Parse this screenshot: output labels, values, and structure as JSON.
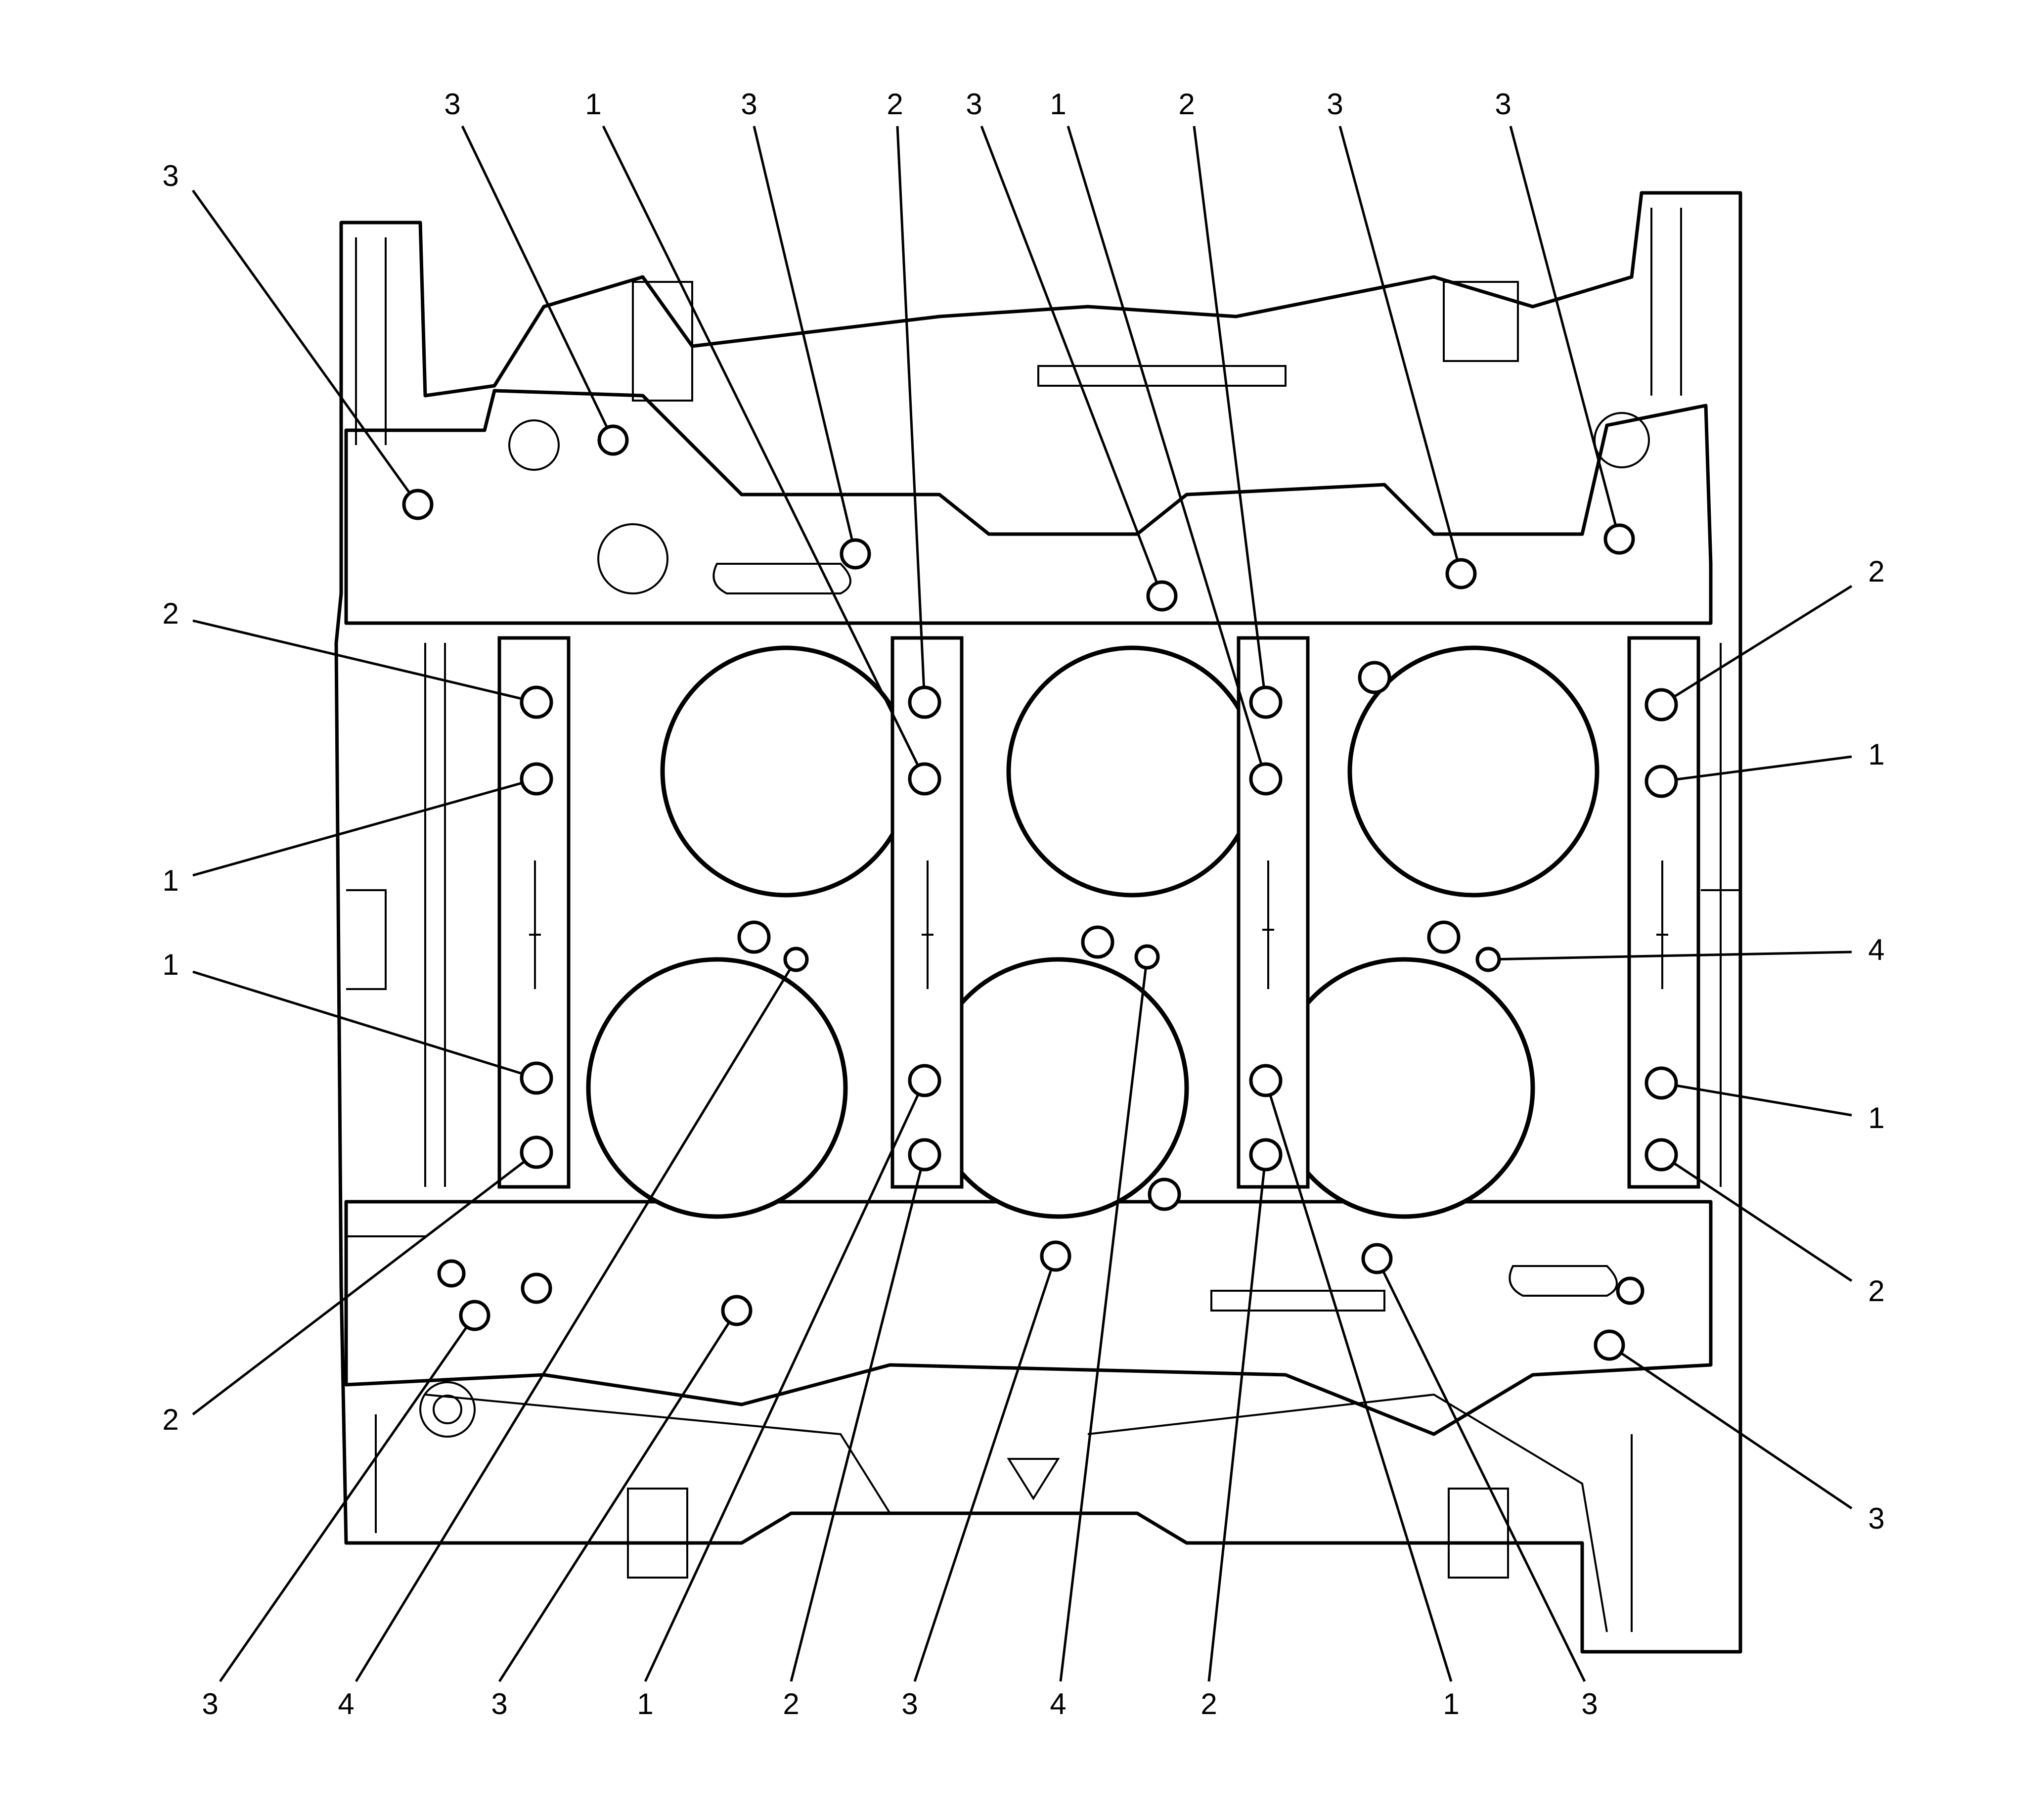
{
  "diagram": {
    "colors": {
      "line": "#000000",
      "background": "#ffffff"
    },
    "callouts": [
      {
        "label": "3",
        "bolt": "top-rail-bolt-1"
      },
      {
        "label": "3",
        "bolt": "top-rail-bolt-2"
      },
      {
        "label": "1",
        "bolt": "cap-2-bolt-a"
      },
      {
        "label": "3",
        "bolt": "top-rail-bolt-3"
      },
      {
        "label": "2",
        "bolt": "cap-2-bolt-outer"
      },
      {
        "label": "3",
        "bolt": "top-rail-bolt-4"
      },
      {
        "label": "1",
        "bolt": "cap-3-bolt-a"
      },
      {
        "label": "2",
        "bolt": "cap-3-bolt-outer"
      },
      {
        "label": "3",
        "bolt": "top-rail-bolt-5"
      },
      {
        "label": "3",
        "bolt": "top-rail-bolt-6"
      },
      {
        "label": "2",
        "bolt": "cap-1-top-outer"
      },
      {
        "label": "1",
        "bolt": "cap-1-top-inner"
      },
      {
        "label": "1",
        "bolt": "cap-1-bottom-inner"
      },
      {
        "label": "2",
        "bolt": "cap-1-bottom-outer"
      },
      {
        "label": "2",
        "bolt": "cap-4-top-outer"
      },
      {
        "label": "1",
        "bolt": "cap-4-top-inner"
      },
      {
        "label": "4",
        "bolt": "center-bolt-3"
      },
      {
        "label": "1",
        "bolt": "cap-4-bottom-inner"
      },
      {
        "label": "2",
        "bolt": "cap-4-bottom-outer"
      },
      {
        "label": "3",
        "bolt": "bottom-rail-bolt-5"
      },
      {
        "label": "3",
        "bolt": "bottom-rail-bolt-1"
      },
      {
        "label": "4",
        "bolt": "center-bolt-1"
      },
      {
        "label": "3",
        "bolt": "bottom-rail-bolt-2"
      },
      {
        "label": "1",
        "bolt": "cap-2-bottom-inner"
      },
      {
        "label": "2",
        "bolt": "cap-2-bottom-outer"
      },
      {
        "label": "3",
        "bolt": "bottom-rail-bolt-3"
      },
      {
        "label": "4",
        "bolt": "center-bolt-2"
      },
      {
        "label": "2",
        "bolt": "cap-3-bottom-outer"
      },
      {
        "label": "1",
        "bolt": "cap-3-bottom-inner"
      },
      {
        "label": "3",
        "bolt": "bottom-rail-bolt-4"
      }
    ]
  }
}
